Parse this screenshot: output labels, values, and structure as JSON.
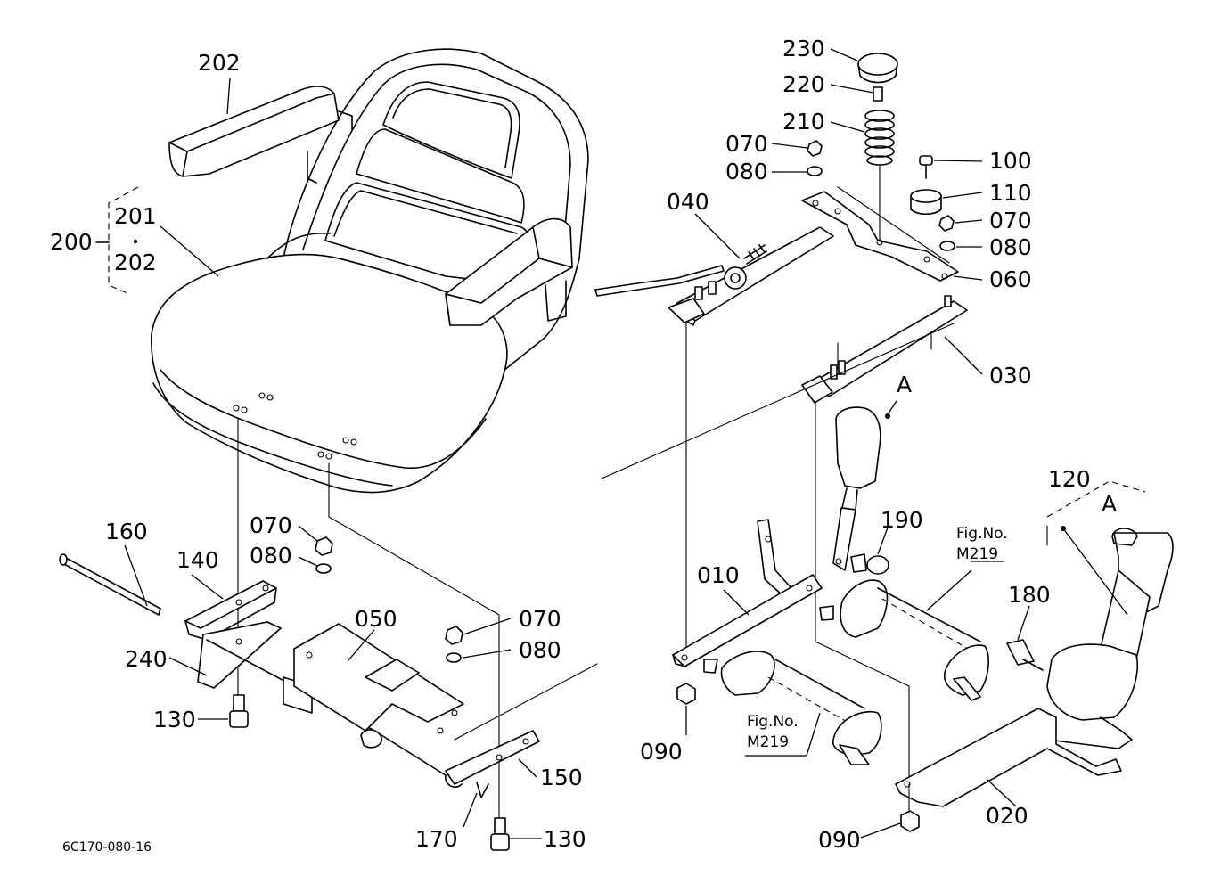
{
  "drawing_code": "6C170-080-16",
  "callouts": {
    "c202_top": "202",
    "c200": "200",
    "c201": "201",
    "c202_grp": "202",
    "c230": "230",
    "c220": "220",
    "c210": "210",
    "c070_a": "070",
    "c080_a": "080",
    "c100": "100",
    "c110": "110",
    "c070_b": "070",
    "c080_b": "080",
    "c060": "060",
    "c040": "040",
    "c030": "030",
    "cA_1": "A",
    "c190": "190",
    "c120": "120",
    "cA_2": "A",
    "c010": "010",
    "c180": "180",
    "c090_a": "090",
    "c090_b": "090",
    "c020": "020",
    "c160": "160",
    "c140": "140",
    "c070_c": "070",
    "c080_c": "080",
    "c050": "050",
    "c070_d": "070",
    "c080_d": "080",
    "c240": "240",
    "c130_a": "130",
    "c150": "150",
    "c170": "170",
    "c130_b": "130"
  },
  "figure_refs": {
    "ref1_title": "Fig.No.",
    "ref1_code": "M219",
    "ref2_title": "Fig.No.",
    "ref2_code": "M219"
  }
}
